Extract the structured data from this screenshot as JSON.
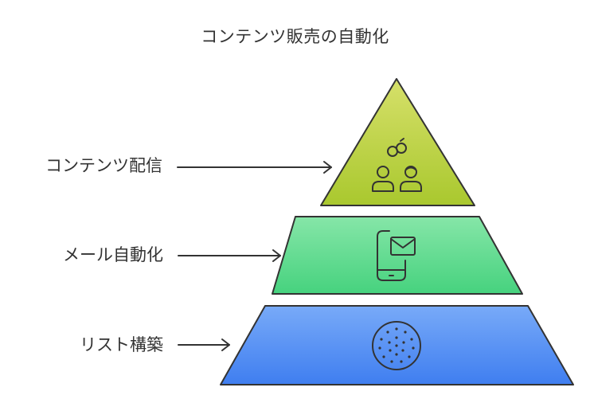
{
  "title": "コンテンツ販売の自動化",
  "levels": [
    {
      "label": "コンテンツ配信",
      "icon": "people-link-icon",
      "color_top": "#d6e06a",
      "color_bottom": "#a9c82e"
    },
    {
      "label": "メール自動化",
      "icon": "mobile-mail-icon",
      "color_top": "#86e6a8",
      "color_bottom": "#46d27e"
    },
    {
      "label": "リスト構築",
      "icon": "dots-circle-icon",
      "color_top": "#78aaf8",
      "color_bottom": "#3f7ef0"
    }
  ],
  "arrow_color": "#333333",
  "icon_color": "#333333"
}
